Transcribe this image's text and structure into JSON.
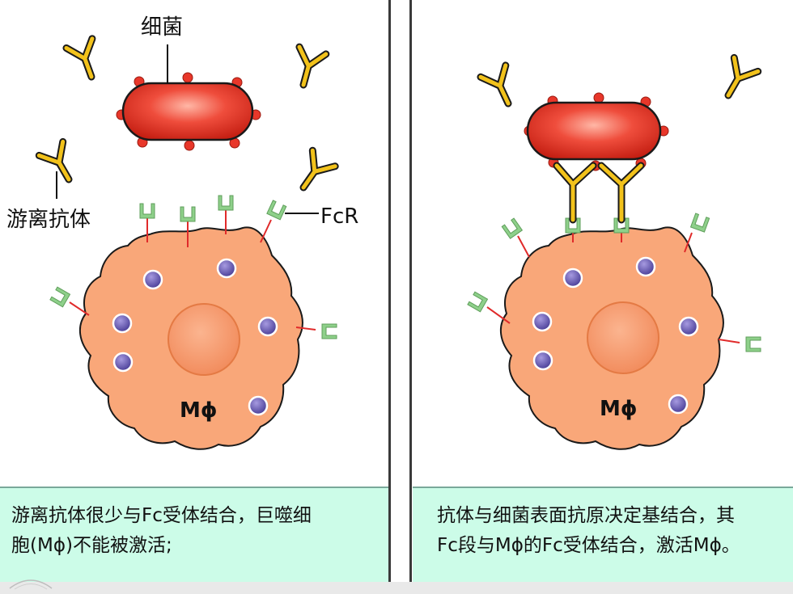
{
  "left": {
    "bacteria_label": "细菌",
    "antibody_label": "游离抗体",
    "receptor_label": "FcR",
    "cell_label": "Mϕ",
    "caption_line1": "游离抗体很少与Fc受体结合，巨噬细",
    "caption_line2": "胞(Mϕ)不能被激活;"
  },
  "right": {
    "cell_label": "Mϕ",
    "caption_line1": "抗体与细菌表面抗原决定基结合，其",
    "caption_line2": "Fc段与Mϕ的Fc受体结合，激活Mϕ。"
  },
  "colors": {
    "bacteria": "#e8372a",
    "antibody": "#f2c21b",
    "receptor": "#8ed08a",
    "cell": "#f9a779",
    "granule": "#6a5fb0",
    "caption_bg": "#ccfce8"
  },
  "icons": [
    "antibody-y-icon",
    "fc-receptor-icon",
    "bacterium-icon",
    "macrophage-cell-icon"
  ]
}
